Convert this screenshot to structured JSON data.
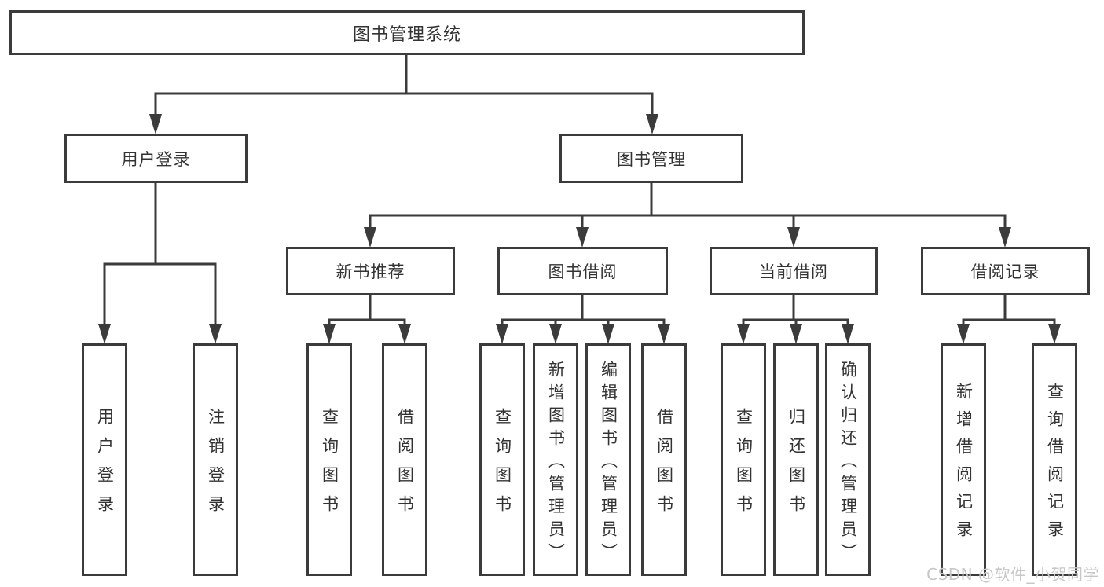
{
  "diagram_type": "hierarchy-tree",
  "colors": {
    "line": "#3b3b3b",
    "box_border": "#3b3b3b",
    "text": "#333333",
    "background": "#ffffff",
    "watermark": "#c7c7c7"
  },
  "tree": {
    "label": "图书管理系统",
    "children": [
      {
        "label": "用户登录",
        "children": [
          {
            "label": "用户登录"
          },
          {
            "label": "注销登录"
          }
        ]
      },
      {
        "label": "图书管理",
        "children": [
          {
            "label": "新书推荐",
            "children": [
              {
                "label": "查询图书"
              },
              {
                "label": "借阅图书"
              }
            ]
          },
          {
            "label": "图书借阅",
            "children": [
              {
                "label": "查询图书"
              },
              {
                "label": "新增图书（管理员）"
              },
              {
                "label": "编辑图书（管理员）"
              },
              {
                "label": "借阅图书"
              }
            ]
          },
          {
            "label": "当前借阅",
            "children": [
              {
                "label": "查询图书"
              },
              {
                "label": "归还图书"
              },
              {
                "label": "确认归还（管理员）"
              }
            ]
          },
          {
            "label": "借阅记录",
            "children": [
              {
                "label": "新增借阅记录"
              },
              {
                "label": "查询借阅记录"
              }
            ]
          }
        ]
      }
    ]
  },
  "watermark": {
    "text": "CSDN @软件_小贺同学"
  }
}
